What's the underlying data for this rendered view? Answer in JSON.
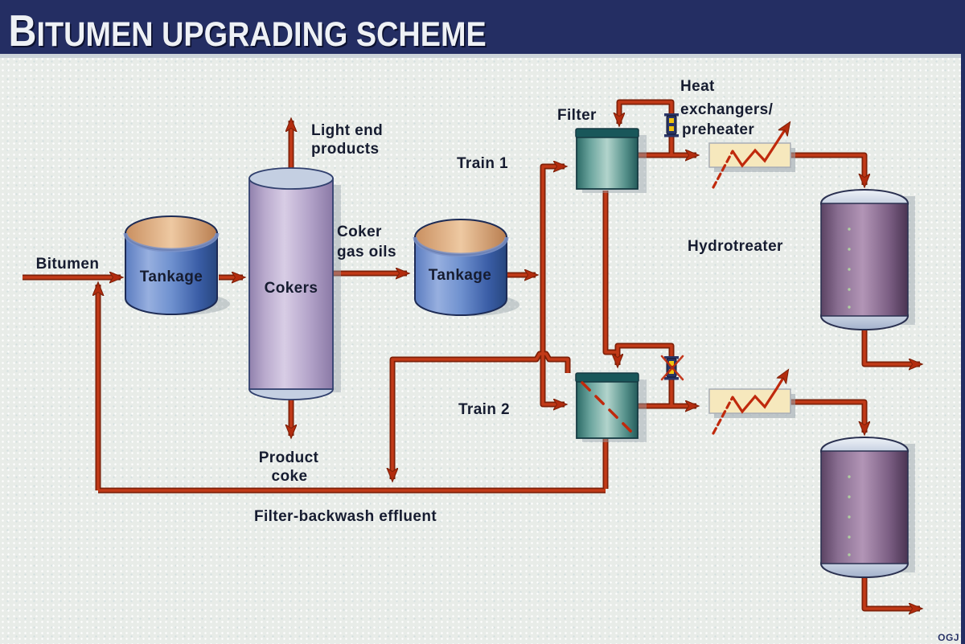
{
  "title": "BITUMEN UPGRADING SCHEME",
  "watermark": "OGJ",
  "labels": {
    "bitumen": "Bitumen",
    "tankage_1": "Tankage",
    "cokers": "Cokers",
    "light_end_products": {
      "line1": "Light end",
      "line2": "products"
    },
    "coker_gas_oils": {
      "line1": "Coker",
      "line2": "gas oils"
    },
    "tankage_2": "Tankage",
    "train_1": "Train 1",
    "train_2": "Train 2",
    "filter": "Filter",
    "heat_exchangers": {
      "line1": "Heat",
      "line2": "exchangers/",
      "line3": "preheater"
    },
    "hydrotreater": "Hydrotreater",
    "product_coke": {
      "line1": "Product",
      "line2": "coke"
    },
    "filter_backwash": "Filter-backwash effluent"
  },
  "colors": {
    "title_navy": "#242e63",
    "background": "#e8ece8",
    "pipe_red": "#c23a18",
    "pipe_outline": "#7e2008",
    "tank_blue": "#4a6cb0",
    "tank_copper_top": "#ecc29b",
    "coker_lavender": "#c4b6d9",
    "filter_teal": "#5f9894",
    "exchanger_beige": "#f6e8bd",
    "hydrotreater_purple": "#8a6d92",
    "vessel_cap_silver": "#c7d3e8",
    "valve_navy": "#2a3566",
    "valve_yellow": "#f2c30e"
  }
}
